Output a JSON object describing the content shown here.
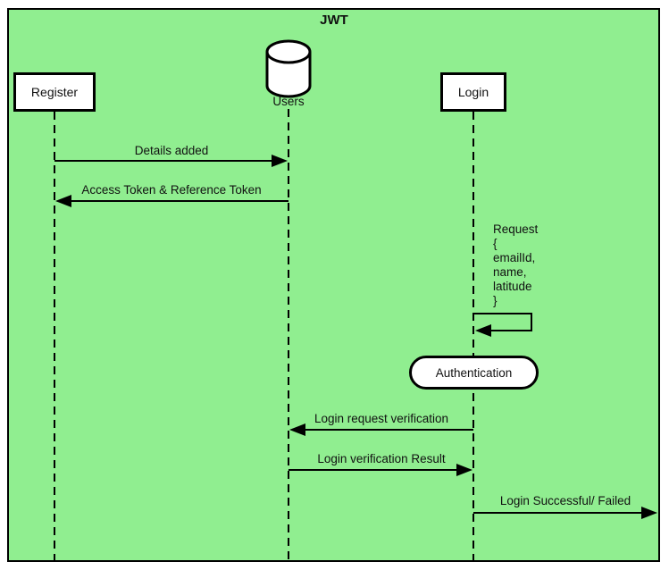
{
  "diagram": {
    "title": "JWT",
    "type": "sequence-diagram",
    "colors": {
      "background": "#90EE90",
      "stroke": "#000000",
      "shape_fill": "#FFFFFF",
      "text": "#111111"
    },
    "participants": [
      {
        "id": "register",
        "label": "Register",
        "shape": "rectangle"
      },
      {
        "id": "users",
        "label": "Users",
        "shape": "database-cylinder"
      },
      {
        "id": "login",
        "label": "Login",
        "shape": "rectangle"
      }
    ],
    "messages": [
      {
        "label": "Details added",
        "from": "Register",
        "to": "Users",
        "direction": "right"
      },
      {
        "label": "Access Token & Reference Token",
        "from": "Users",
        "to": "Register",
        "direction": "left"
      },
      {
        "label": "Request { emailId, name, latitude }",
        "from": "Login",
        "to": "Login",
        "direction": "self",
        "lines": [
          "Request",
          "{",
          "emailId,",
          "name,",
          "latitude",
          "}"
        ]
      },
      {
        "label": "Authentication",
        "type": "activity-node",
        "on": "Login"
      },
      {
        "label": "Login request verification",
        "from": "Login",
        "to": "Users",
        "direction": "left"
      },
      {
        "label": "Login verification Result",
        "from": "Users",
        "to": "Login",
        "direction": "right"
      },
      {
        "label": "Login Successful/ Failed",
        "from": "Login",
        "to": "right-edge",
        "direction": "right"
      }
    ]
  }
}
